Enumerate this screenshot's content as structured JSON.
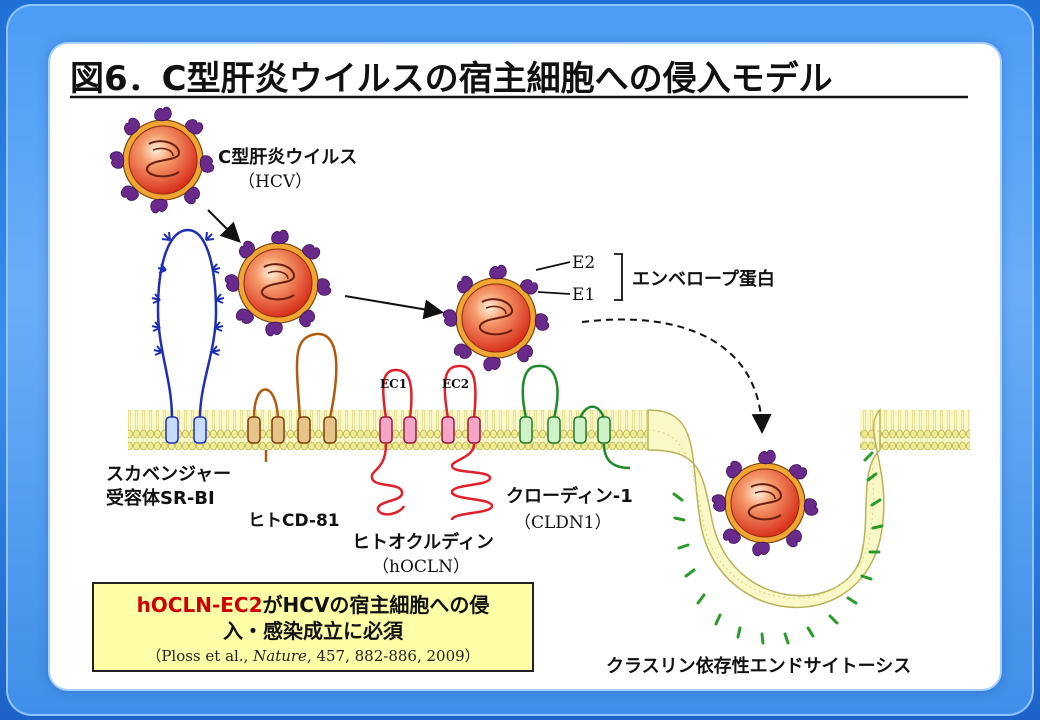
{
  "title": "図6．C型肝炎ウイルスの宿主細胞への侵入モデル",
  "labels": {
    "hcv_name": "C型肝炎ウイルス",
    "hcv_abbr": "（HCV）",
    "e2": "E2",
    "e1": "E1",
    "envelope": "エンベロープ蛋白",
    "sr_bi_line1": "スカベンジャー",
    "sr_bi_line2": "受容体SR-BI",
    "cd81": "ヒトCD-81",
    "hocln_name": "ヒトオクルディン",
    "hocln_abbr": "（hOCLN）",
    "ec1": "EC1",
    "ec2": "EC2",
    "claudin_name": "クローディン-1",
    "claudin_abbr": "（CLDN1）",
    "clathrin": "クラスリン依存性エンドサイトーシス"
  },
  "callout": {
    "highlight": "hOCLN-EC2",
    "line1_rest": "がHCVの宿主細胞への侵",
    "line2": "入・感染成立に必須",
    "cite_pre": "（Ploss et al., ",
    "cite_journal": "Nature",
    "cite_post": ", 457, 882-886, 2009）"
  },
  "colors": {
    "membrane": "#f3ef9c",
    "membrane_edge": "#b8b25a",
    "virus_core": "#e8553a",
    "virus_shell": "#f0a632",
    "glycoprotein": "#6a2a8c",
    "sr_bi": "#1f2fb4",
    "cd81": "#b05a10",
    "hocln": "#e0202a",
    "claudin": "#1f8a2a",
    "clathrin": "#2a9a2a",
    "callout_bg": "#ffffa8",
    "callout_highlight": "#cc0000"
  }
}
